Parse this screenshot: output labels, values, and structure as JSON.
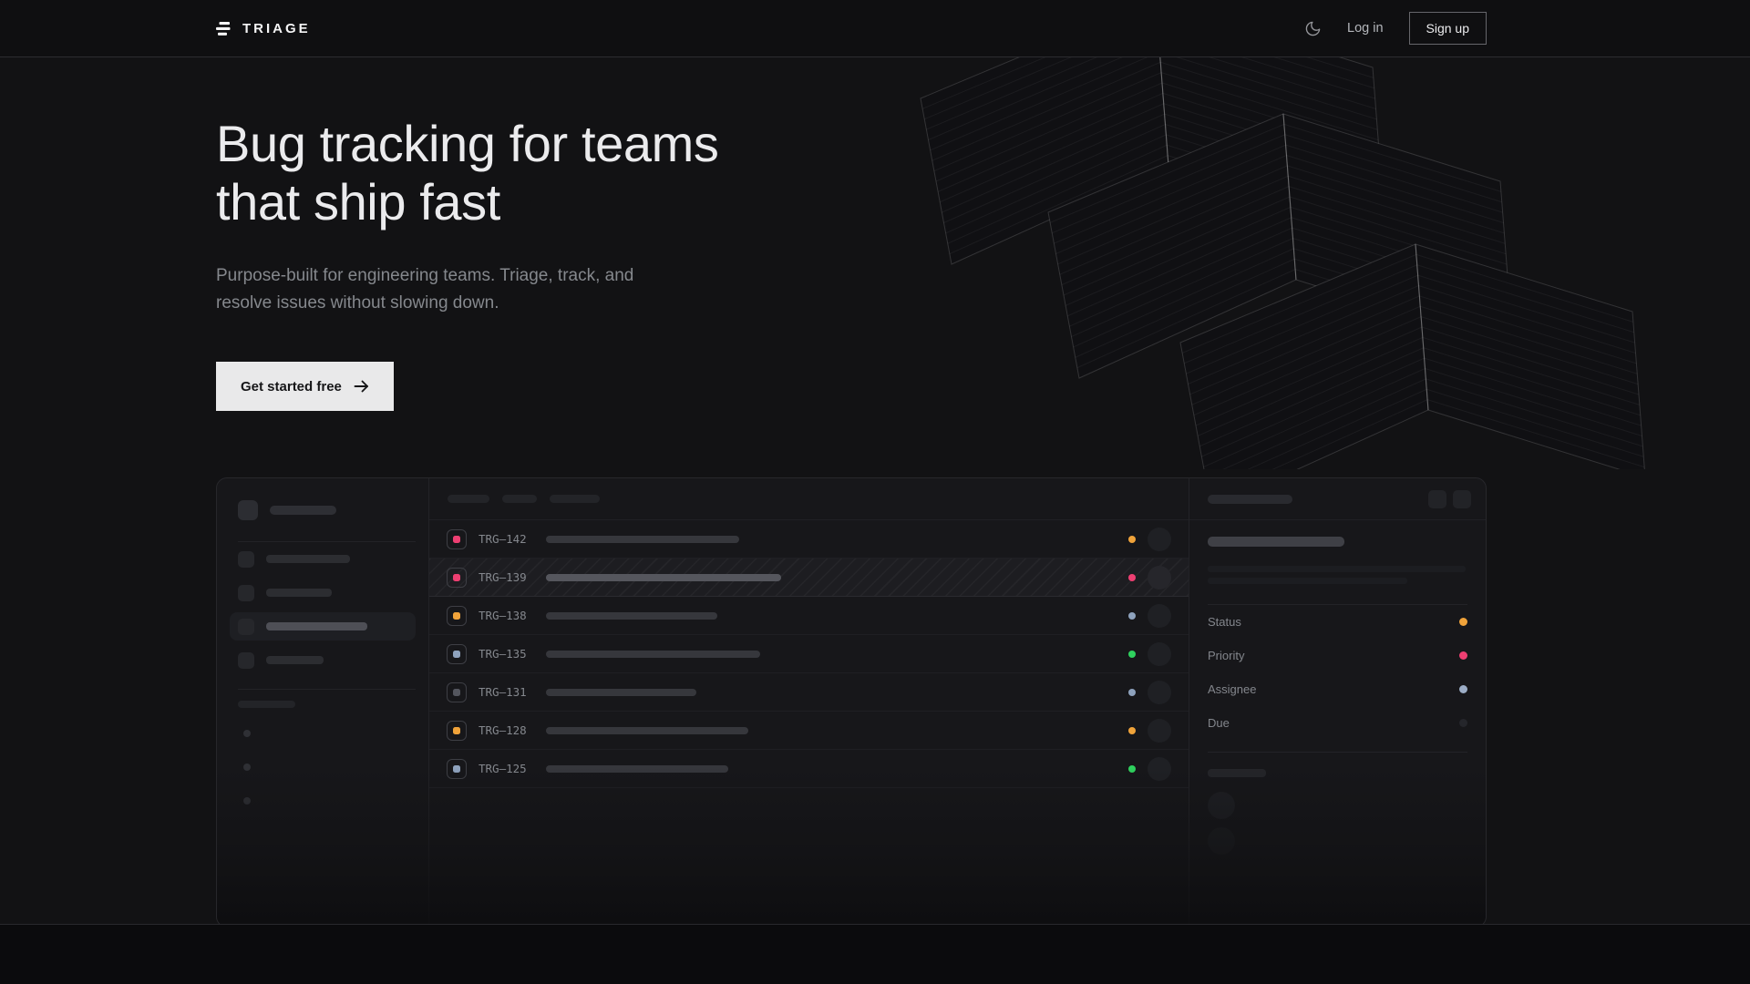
{
  "brand": {
    "name": "TRIAGE"
  },
  "nav": {
    "log_in": "Log in",
    "sign_up": "Sign up"
  },
  "hero": {
    "heading_line1": "Bug tracking for teams",
    "heading_line2": "that ship fast",
    "subtext_line1": "Purpose-built for engineering teams. Triage, track, and",
    "subtext_line2": "resolve issues without slowing down.",
    "cta_label": "Get started free"
  },
  "icons": {
    "logo": "triage-bars-icon",
    "theme": "moon-icon",
    "cta": "arrow-right-icon"
  },
  "colors": {
    "amber": "#f0a33a",
    "pink": "#ee3f72",
    "green": "#2fd15e",
    "slate": "#8ea2bd",
    "muted": "#54565e",
    "due_dim": "#25262b",
    "page_bg": "#121214",
    "card_bg": "#17171a",
    "cta_bg": "#e9e9ea"
  },
  "app_preview": {
    "list_header_pills": [
      46,
      38,
      55
    ],
    "sidebar": {
      "workspace_bar_width": 73,
      "nav_items": [
        {
          "width": 92,
          "active": false
        },
        {
          "width": 72,
          "active": false
        },
        {
          "width": 111,
          "active": true
        },
        {
          "width": 63,
          "active": false
        }
      ],
      "section_bar_width": 63,
      "footer_dot_count": 3
    },
    "issues": [
      {
        "id": "TRG–142",
        "icon_color": "#ee3f72",
        "title_width": 212,
        "status_color": "#f0a33a",
        "selected": false
      },
      {
        "id": "TRG–139",
        "icon_color": "#ee3f72",
        "title_width": 258,
        "status_color": "#ee3f72",
        "selected": true
      },
      {
        "id": "TRG–138",
        "icon_color": "#f0a33a",
        "title_width": 188,
        "status_color": "#8ea2bd",
        "selected": false
      },
      {
        "id": "TRG–135",
        "icon_color": "#8ea2bd",
        "title_width": 235,
        "status_color": "#2fd15e",
        "selected": false
      },
      {
        "id": "TRG–131",
        "icon_color": "#54565e",
        "title_width": 165,
        "status_color": "#8ea2bd",
        "selected": false
      },
      {
        "id": "TRG–128",
        "icon_color": "#f0a33a",
        "title_width": 222,
        "status_color": "#f0a33a",
        "selected": false
      },
      {
        "id": "TRG–125",
        "icon_color": "#8ea2bd",
        "title_width": 200,
        "status_color": "#2fd15e",
        "selected": false
      }
    ],
    "detail": {
      "fields": [
        {
          "label": "Status",
          "color": "#f0a33a"
        },
        {
          "label": "Priority",
          "color": "#ee3f72"
        },
        {
          "label": "Assignee",
          "color": "#9cadc6"
        },
        {
          "label": "Due",
          "color": "#25262b"
        }
      ]
    }
  }
}
